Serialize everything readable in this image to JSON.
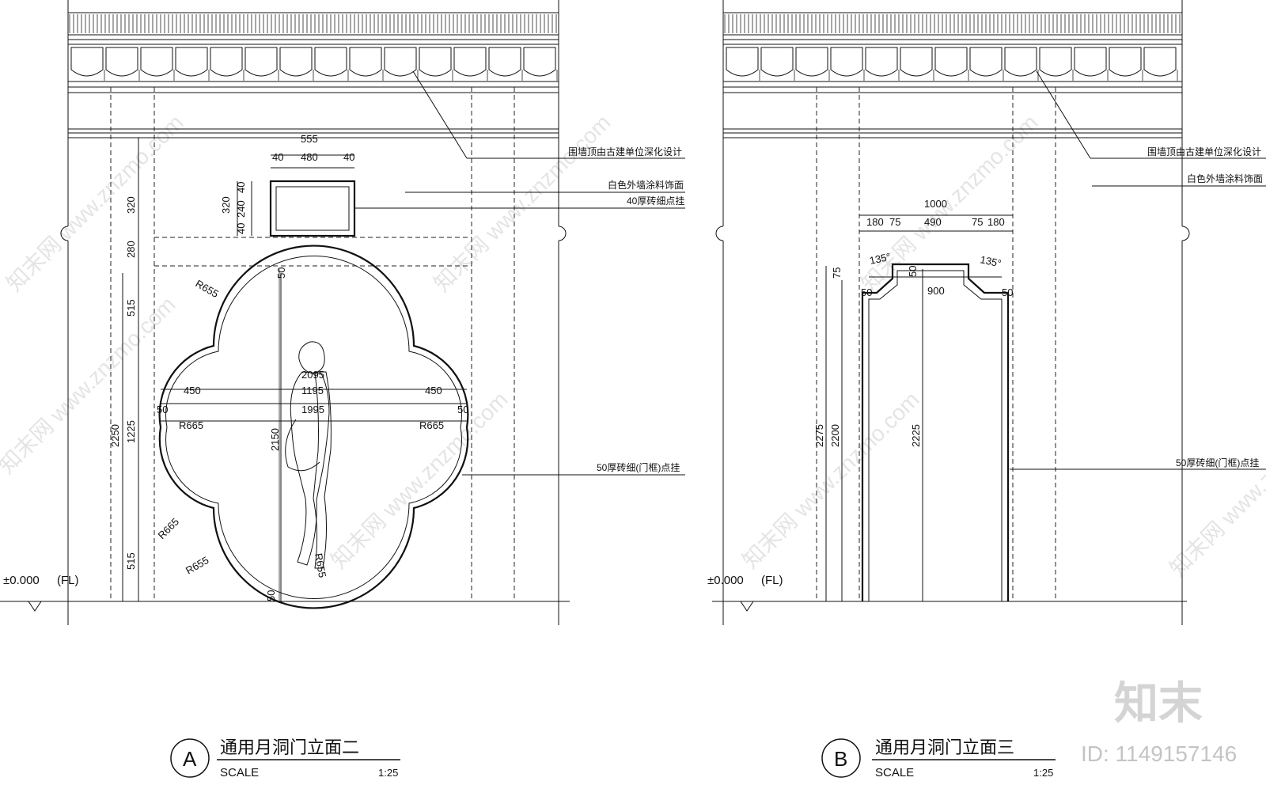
{
  "elevation_a": {
    "leaders": {
      "roof": "围墙顶由古建单位深化设计",
      "wall_finish": "白色外墙涂料饰面",
      "window_trim": "40厚砖细点挂",
      "door_frame": "50厚砖细(门框)点挂"
    },
    "dims": {
      "w555": "555",
      "w40a": "40",
      "w480": "480",
      "w40b": "40",
      "v40a": "40",
      "v240": "240",
      "v40b": "40",
      "v320": "320",
      "left320": "320",
      "left280": "280",
      "left515a": "515",
      "left1225": "1225",
      "left515b": "515",
      "left2250": "2250",
      "d2095": "2095",
      "d1195": "1195",
      "d450a": "450",
      "d450b": "450",
      "d1995": "1995",
      "d50l": "50",
      "d50r": "50",
      "d50t": "50",
      "d50b": "50",
      "d2150": "2150",
      "r655a": "R655",
      "r665a": "R665",
      "r665b": "R665",
      "r665c": "R665",
      "r655b": "R655",
      "r655c": "R655"
    },
    "level": "±0.000",
    "level_tag": "(FL)",
    "title_letter": "A",
    "title": "通用月洞门立面二",
    "scale_label": "SCALE",
    "scale_value": "1:25"
  },
  "elevation_b": {
    "leaders": {
      "roof": "围墙顶由古建单位深化设计",
      "wall_finish": "白色外墙涂料饰面",
      "door_frame": "50厚砖细(门框)点挂"
    },
    "dims": {
      "w1000": "1000",
      "w180a": "180",
      "w75a": "75",
      "w490": "490",
      "w75b": "75",
      "w180b": "180",
      "ang1": "135°",
      "ang2": "135°",
      "w900": "900",
      "d50t": "50",
      "d50l": "50",
      "d50r": "50",
      "v75": "75",
      "v2275": "2275",
      "v2200": "2200",
      "v2225": "2225"
    },
    "level": "±0.000",
    "level_tag": "(FL)",
    "title_letter": "B",
    "title": "通用月洞门立面三",
    "scale_label": "SCALE",
    "scale_value": "1:25"
  },
  "brand": {
    "logo": "知末",
    "id_text": "ID: 1149157146",
    "watermark": "知末网 www.znzmo.com"
  }
}
